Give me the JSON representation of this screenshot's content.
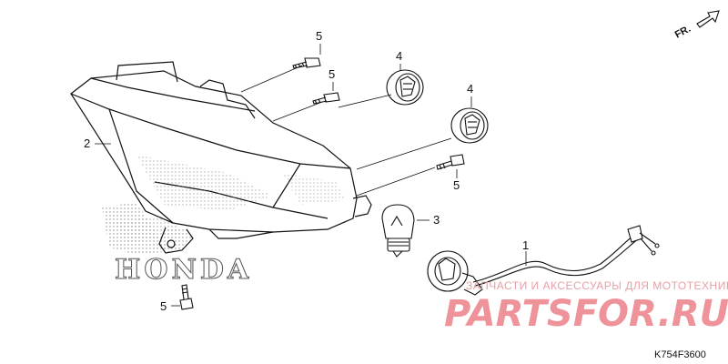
{
  "direction_indicator": {
    "label": "FR."
  },
  "callouts": [
    {
      "id": "bolt-upper-1",
      "label": "5"
    },
    {
      "id": "bolt-upper-2",
      "label": "5"
    },
    {
      "id": "grommet-upper",
      "label": "4"
    },
    {
      "id": "grommet-lower",
      "label": "4"
    },
    {
      "id": "lens-housing",
      "label": "2"
    },
    {
      "id": "bulb",
      "label": "3"
    },
    {
      "id": "bolt-right",
      "label": "5"
    },
    {
      "id": "harness",
      "label": "1"
    },
    {
      "id": "bolt-bottom",
      "label": "5"
    }
  ],
  "brand_mark": "HONDA",
  "watermark": {
    "tagline": "ЗАПЧАСТИ И АКСЕССУАРЫ ДЛЯ МОТОТЕХНИКИ",
    "brand": "PARTSFOR.RU"
  },
  "reference_code": "K754F3600"
}
